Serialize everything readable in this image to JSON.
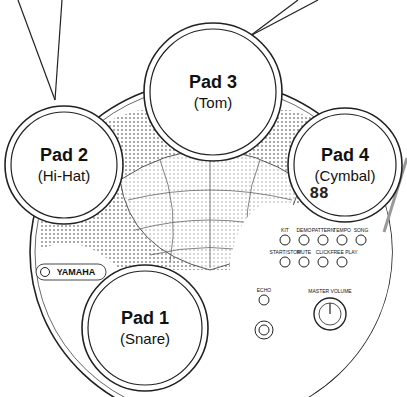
{
  "diagram": {
    "nodes": [
      {
        "text": [
          "Pad 3",
          "(Tom)"
        ]
      },
      {
        "text": [
          "Pad 2",
          "(Hi-Hat)"
        ]
      },
      {
        "text": [
          "Pad 4",
          "(Cymbal)"
        ]
      },
      {
        "text": [
          "Pad 1",
          "(Snare)"
        ]
      }
    ],
    "labels": [
      "YAMAHA",
      "88",
      "KIT",
      "DEMO",
      "PATTERN",
      "TEMPO",
      "SONG",
      "START/STOP",
      "MUTE",
      "CLICK",
      "FREE PLAY",
      "ECHO",
      "MASTER VOLUME"
    ]
  }
}
